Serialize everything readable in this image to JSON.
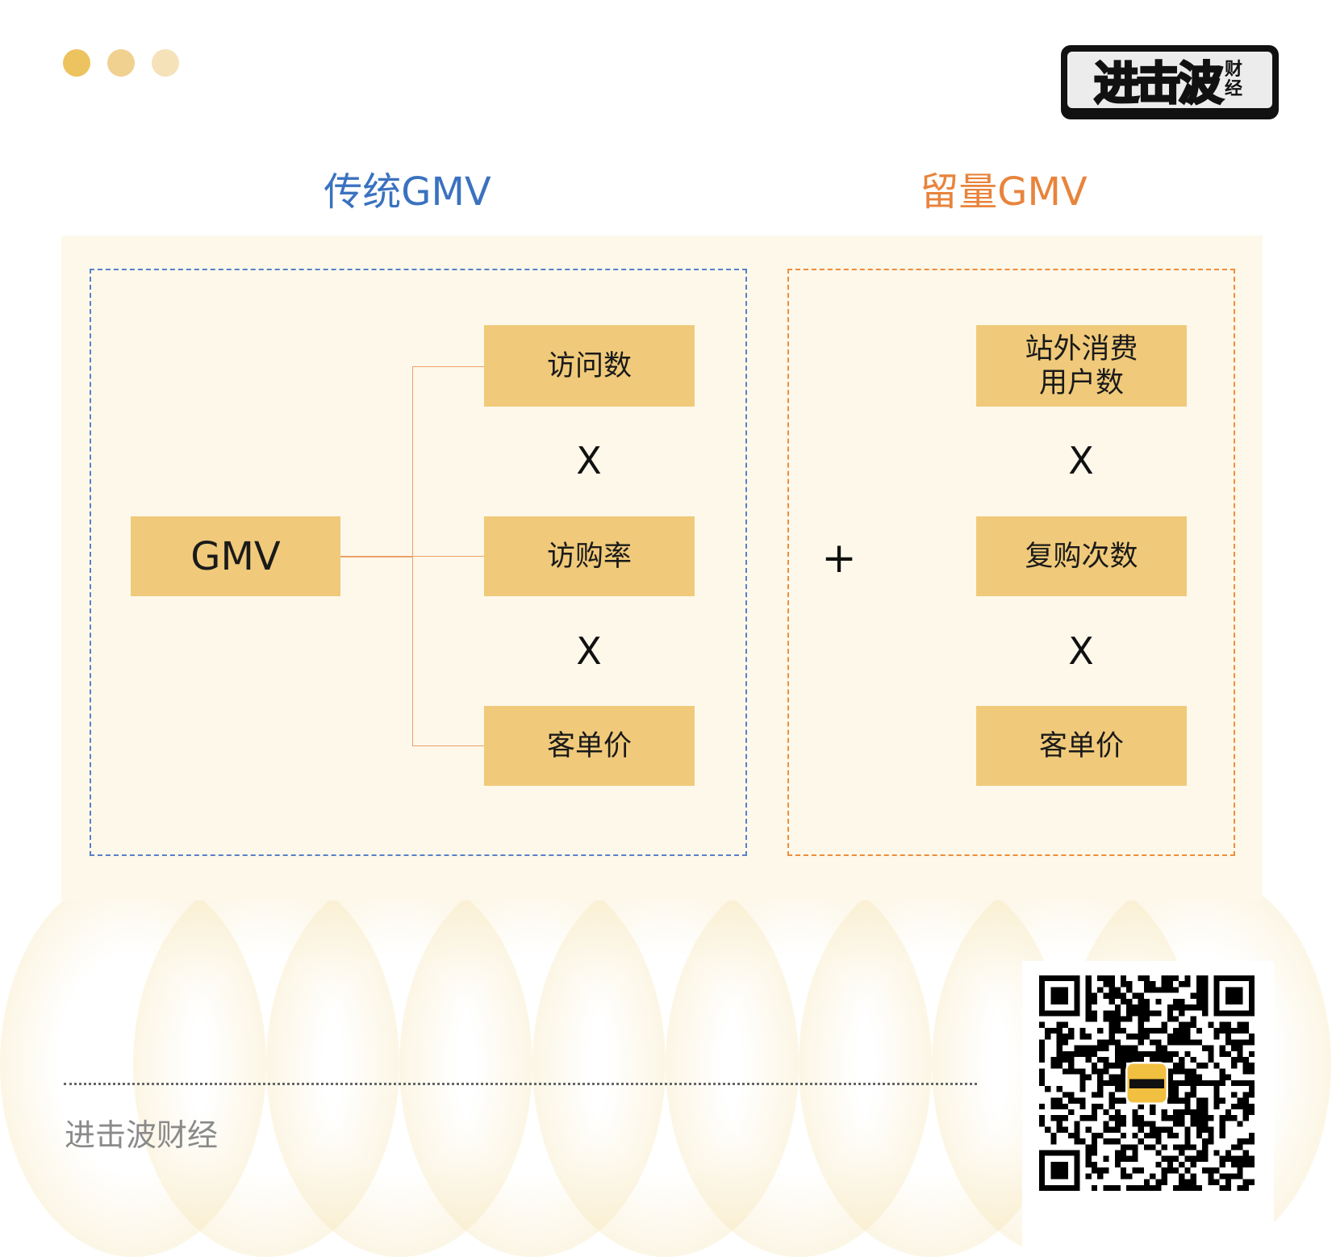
{
  "header": {
    "dots": [
      "#ecc35e",
      "#f0d190",
      "#f5e2b8"
    ],
    "logo_text": "进击波财经"
  },
  "titles": {
    "left": "传统GMV",
    "right": "留量GMV",
    "left_color": "#3a72c0",
    "right_color": "#e8843c"
  },
  "left": {
    "root": "GMV",
    "factors": [
      "访问数",
      "访购率",
      "客单价"
    ],
    "operator": "X"
  },
  "right": {
    "plus": "+",
    "factors": [
      "站外消费\n用户数",
      "复购次数",
      "客单价"
    ],
    "operator": "X"
  },
  "footer": {
    "brand": "进击波财经"
  }
}
